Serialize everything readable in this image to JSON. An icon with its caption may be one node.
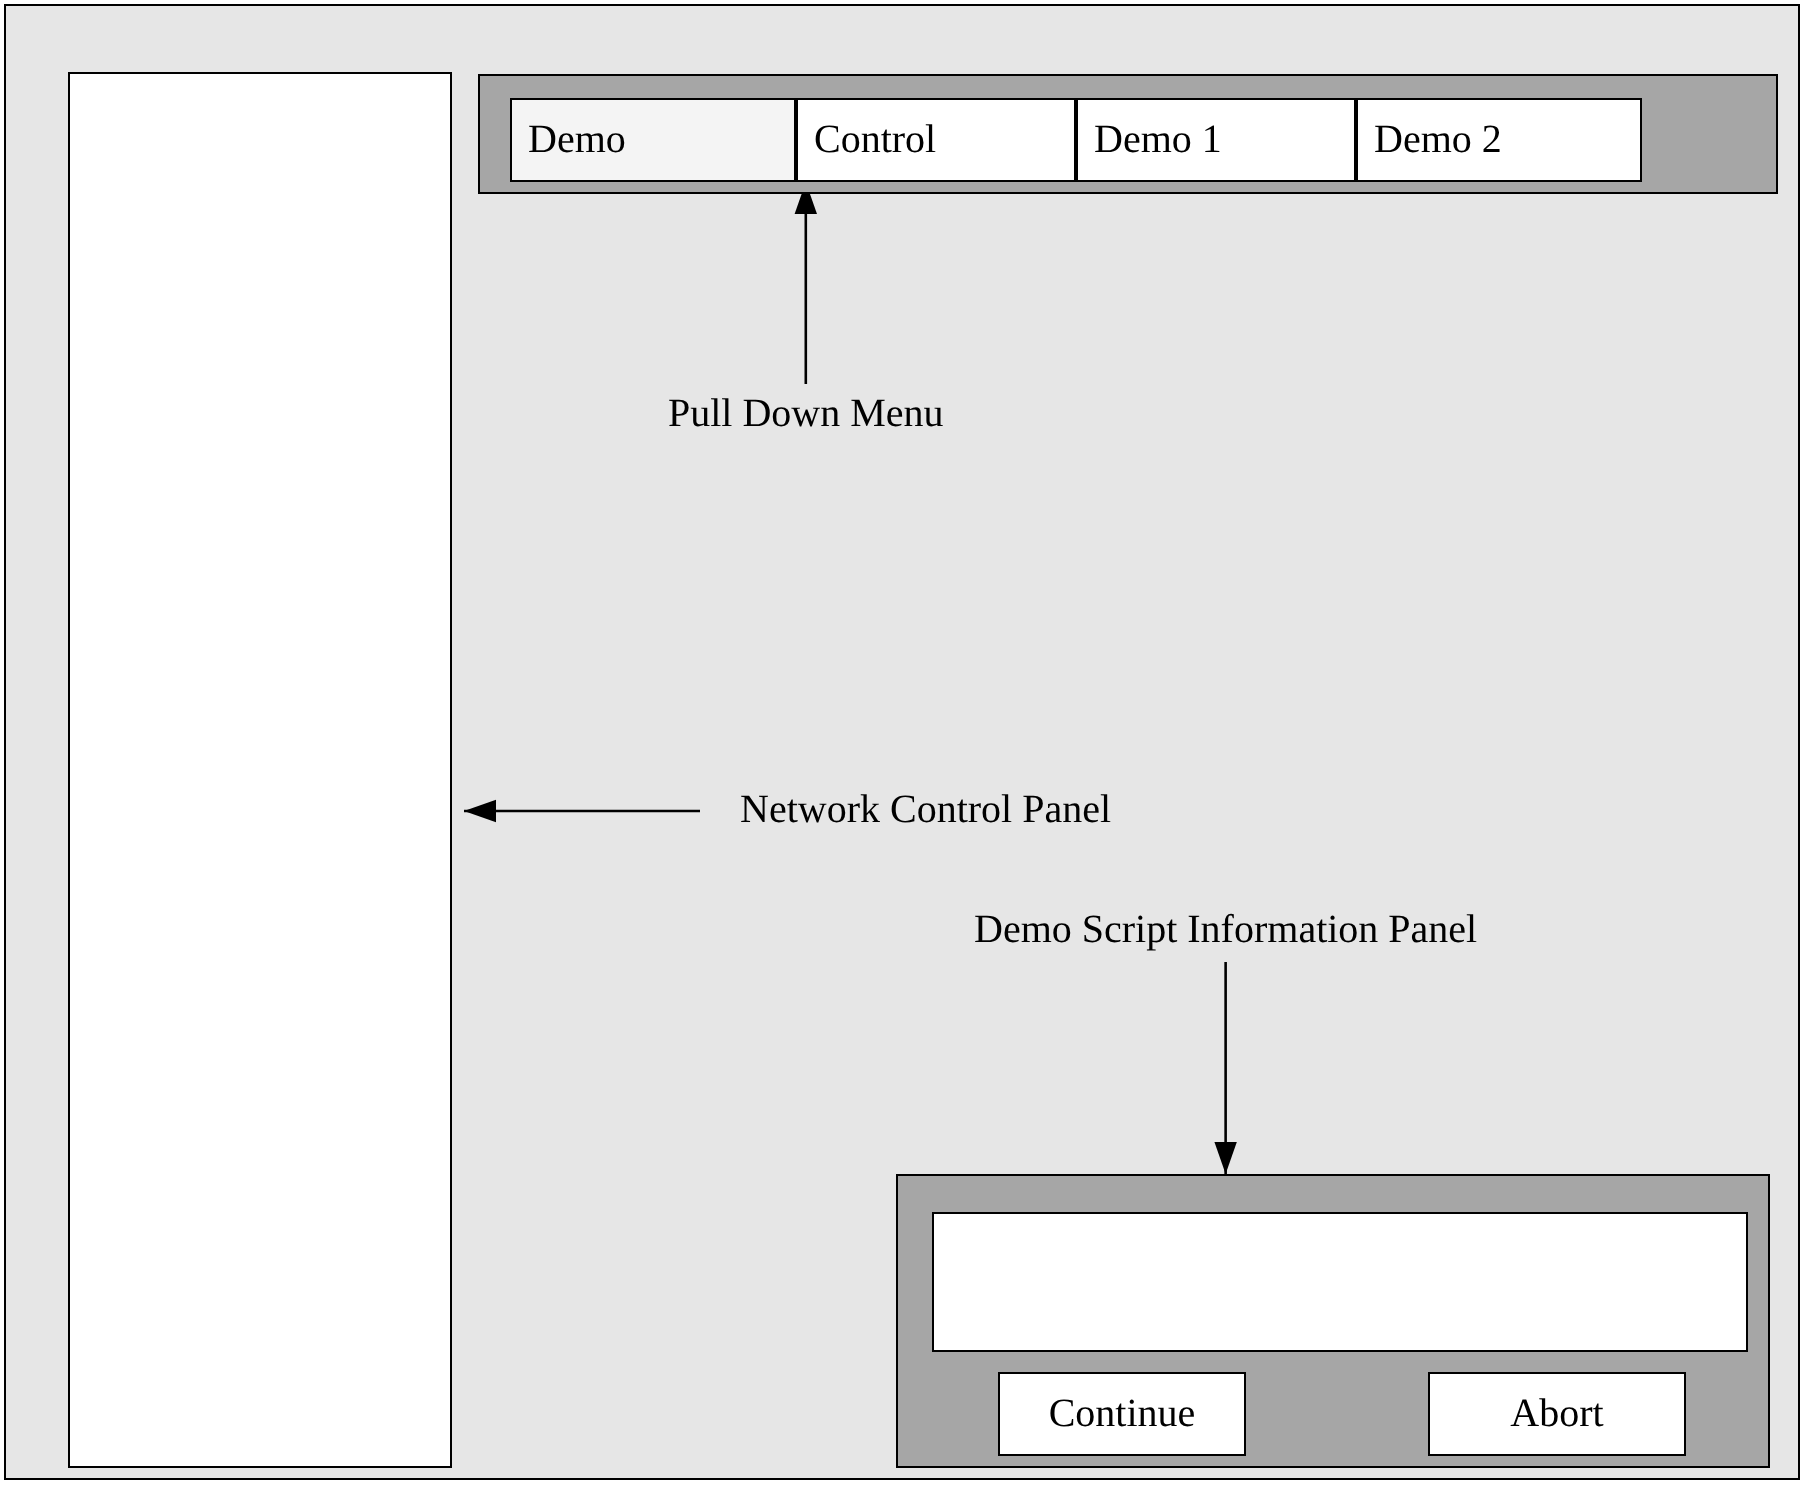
{
  "diagram": {
    "nodes": [
      {
        "text": [],
        "shape": "box"
      },
      {
        "text": [],
        "shape": "box"
      },
      {
        "text": [
          "Demo"
        ],
        "in": 1
      },
      {
        "text": [
          "Control"
        ],
        "in": 1
      },
      {
        "text": [
          "Demo 1"
        ],
        "in": 1
      },
      {
        "text": [
          "Demo 2"
        ],
        "in": 1
      },
      {
        "text": [
          "Pull Down Menu"
        ]
      },
      {
        "text": [
          "Network Control Panel"
        ]
      },
      {
        "text": [
          "Demo Script Information Panel"
        ]
      },
      {
        "text": [],
        "shape": "box"
      },
      {
        "text": [],
        "shape": "box",
        "in": 9
      },
      {
        "text": [
          "Continue"
        ],
        "in": 9
      },
      {
        "text": [
          "Abort"
        ],
        "in": 9
      }
    ],
    "edges": [
      {
        "from": 6,
        "to": 3,
        "arrow": "to"
      },
      {
        "from": 7,
        "to": 0,
        "arrow": "to"
      },
      {
        "from": 8,
        "to": 9,
        "arrow": "to"
      }
    ]
  }
}
